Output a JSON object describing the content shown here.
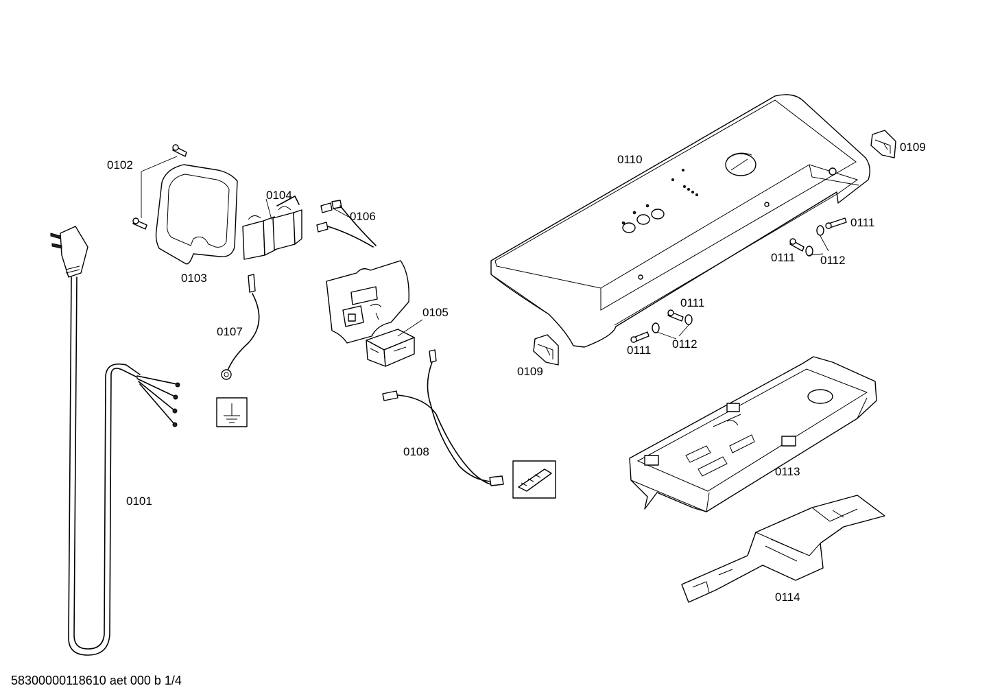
{
  "document_id": "58300000118610 aet 000 b 1/4",
  "callouts": {
    "p0101": "0101",
    "p0102": "0102",
    "p0103": "0103",
    "p0104": "0104",
    "p0105": "0105",
    "p0106": "0106",
    "p0107": "0107",
    "p0108": "0108",
    "p0109a": "0109",
    "p0109b": "0109",
    "p0110": "0110",
    "p0111a": "0111",
    "p0111b": "0111",
    "p0111c": "0111",
    "p0111d": "0111",
    "p0112a": "0112",
    "p0112b": "0112",
    "p0113": "0113",
    "p0114": "0114"
  },
  "icons": {
    "ground": "ground-symbol-icon"
  }
}
